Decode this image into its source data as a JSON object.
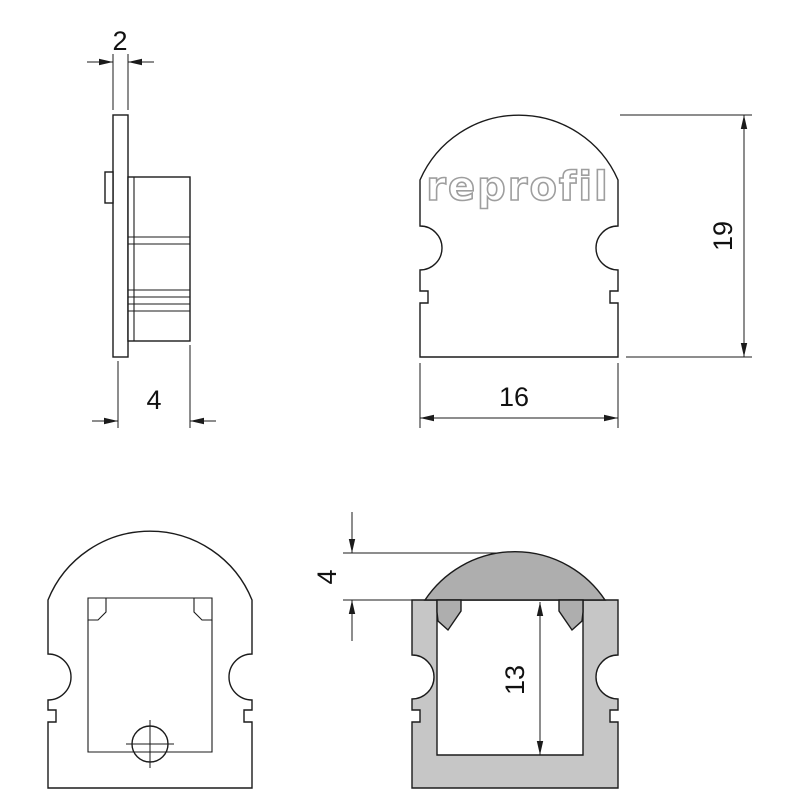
{
  "drawing": {
    "logo_text": "reprofil",
    "colors": {
      "body_fill": "#c6c6c6",
      "cover_fill": "#aeaeae",
      "logo_stroke": "#9e9e9e"
    },
    "dimensions": {
      "endcap_thickness": "2",
      "endcap_depth": "4",
      "endcap_height": "19",
      "endcap_width": "16",
      "cover_height": "4",
      "inner_height": "13"
    }
  }
}
